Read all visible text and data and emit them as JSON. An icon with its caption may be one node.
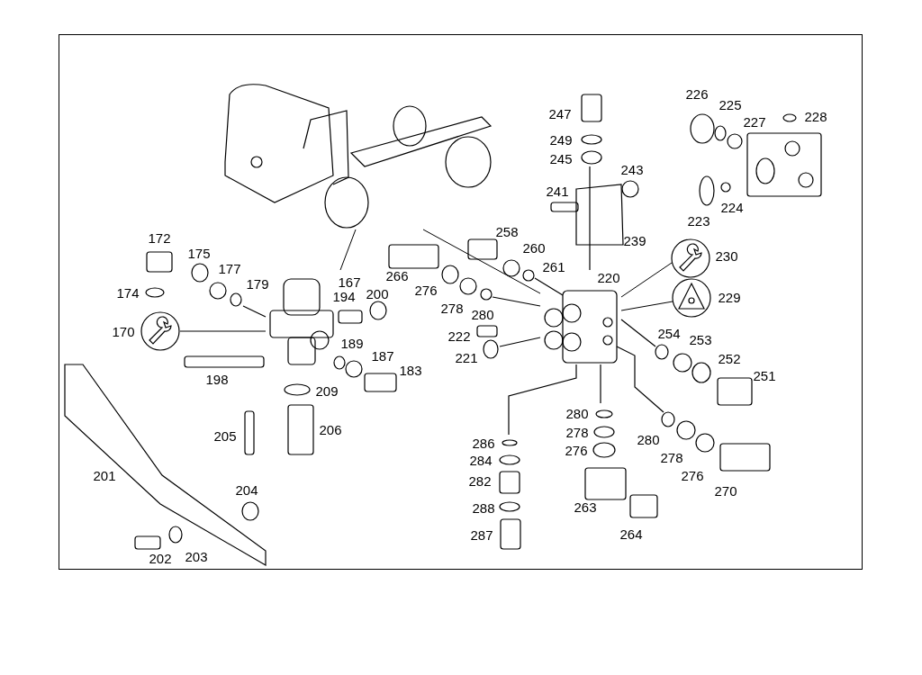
{
  "diagram": {
    "nodes": [
      {
        "text": [],
        "shape": "picture"
      },
      {
        "text": [],
        "shape": "picture",
        "beside": [
          "167"
        ]
      },
      {
        "text": [],
        "shape": "circle",
        "beside": [
          "170"
        ]
      },
      {
        "text": [],
        "shape": "picture",
        "beside": [
          "220"
        ]
      },
      {
        "text": [],
        "shape": "circle",
        "beside": [
          "230"
        ]
      },
      {
        "text": [],
        "shape": "circle",
        "beside": [
          "229"
        ]
      }
    ],
    "edges": [
      {
        "from": 0,
        "to": 1,
        "arrow": "none"
      },
      {
        "from": 0,
        "to": 3,
        "arrow": "none"
      },
      {
        "from": 2,
        "to": 1,
        "arrow": "none"
      },
      {
        "from": 4,
        "to": 3,
        "arrow": "none"
      },
      {
        "from": 5,
        "to": 3,
        "arrow": "none"
      }
    ],
    "labels": [
      "226",
      "225",
      "227",
      "228",
      "247",
      "249",
      "245",
      "243",
      "241",
      "224",
      "223",
      "239",
      "258",
      "172",
      "260",
      "175",
      "261",
      "177",
      "266",
      "179",
      "276",
      "174",
      "200",
      "194",
      "278",
      "280",
      "222",
      "254",
      "253",
      "189",
      "221",
      "252",
      "187",
      "198",
      "251",
      "183",
      "209",
      "280",
      "206",
      "278",
      "205",
      "286",
      "276",
      "280",
      "284",
      "278",
      "201",
      "282",
      "276",
      "270",
      "204",
      "263",
      "288",
      "287",
      "264",
      "202",
      "203"
    ]
  }
}
